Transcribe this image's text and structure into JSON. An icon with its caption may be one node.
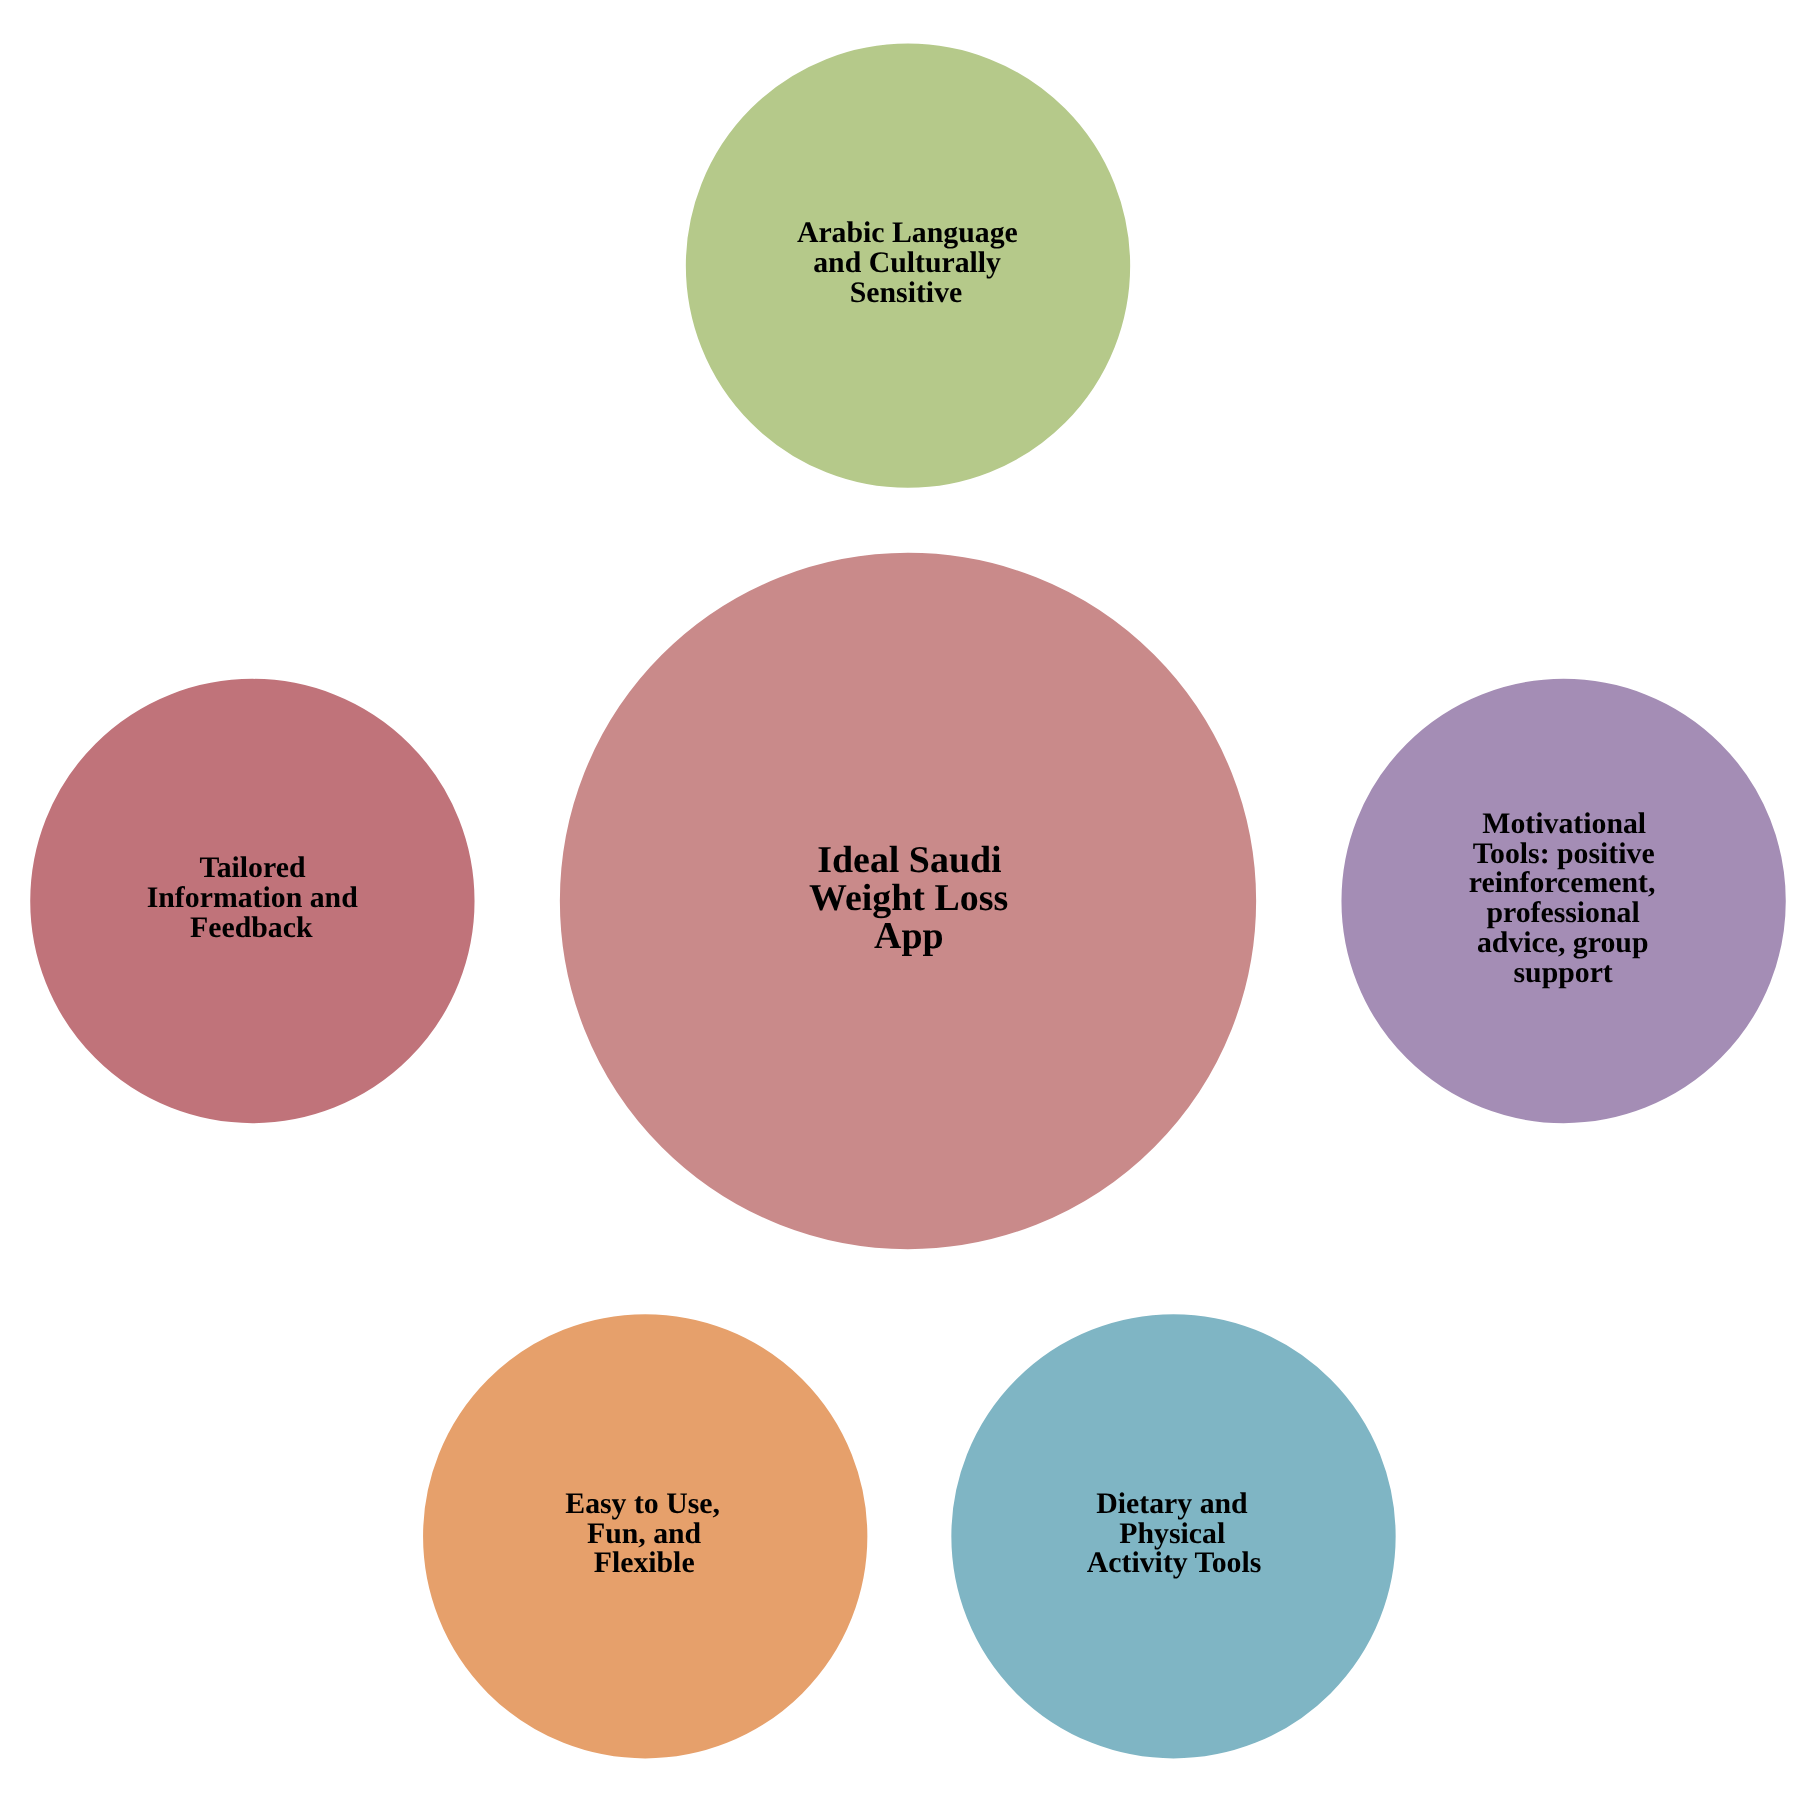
{
  "diagram": {
    "nodes": [
      {
        "text": [
          "Ideal Saudi Weight Loss App"
        ]
      },
      {
        "text": [
          "Arabic Language and Culturally Sensitive"
        ]
      },
      {
        "text": [
          "Tailored Information and Feedback"
        ]
      },
      {
        "text": [
          "Motivational Tools: positive reinforcement, professional advice, group support"
        ]
      },
      {
        "text": [
          "Easy to Use, Fun, and Flexible"
        ]
      },
      {
        "text": [
          "Dietary and Physical Activity Tools"
        ]
      }
    ]
  }
}
